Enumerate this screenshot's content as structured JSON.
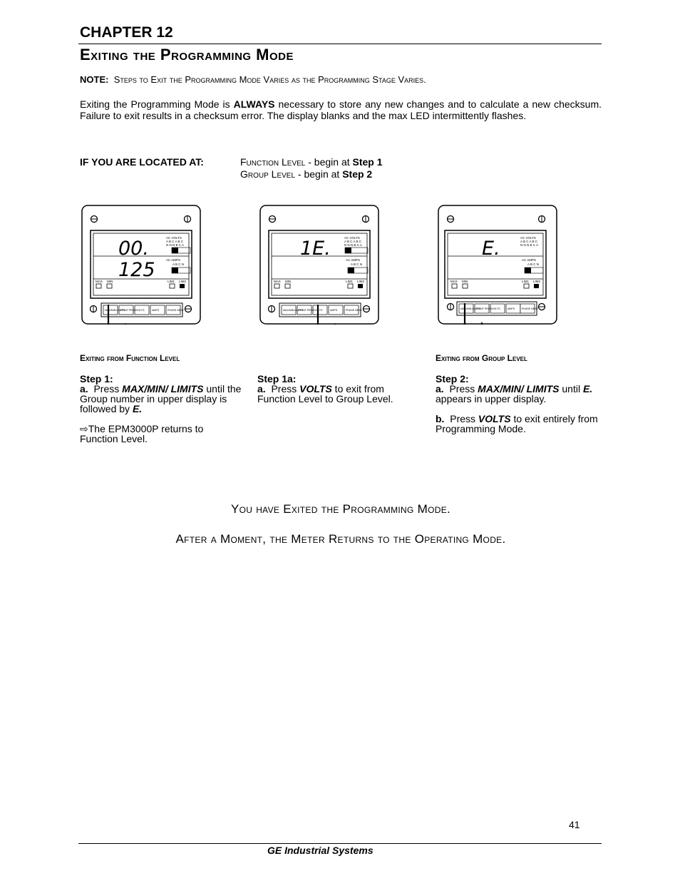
{
  "chapter": "CHAPTER 12",
  "title": "Exiting the Programming Mode",
  "note": {
    "label": "NOTE:",
    "text": "Steps to Exit the Programming Mode Varies as the Programming Stage Varies."
  },
  "intro": {
    "part1": "Exiting the Programming Mode is ",
    "bold": "ALWAYS",
    "part2": " necessary to store any new changes and to calculate a new checksum. Failure to exit results in a checksum error.  The display blanks and the max LED intermittently flashes."
  },
  "located": {
    "label": "IF YOU ARE LOCATED AT:",
    "line1": {
      "level": "Function Level",
      "text": " - begin at ",
      "step": "Step 1"
    },
    "line2": {
      "level": "Group Level",
      "text": " - begin at ",
      "step": "Step 2"
    }
  },
  "meters": [
    {
      "upper": "00.",
      "lower": "125"
    },
    {
      "upper": "1E.",
      "lower": ""
    },
    {
      "upper": "E.",
      "lower": ""
    }
  ],
  "meter_labels": {
    "ac_volts": "AC VOLTS",
    "ac_amps": "AC AMPS",
    "volts_row1": "A B C A B C",
    "volts_row2": "N N N B C A",
    "amps_row": "A B C N",
    "max": "MAX",
    "min": "MIN",
    "lim1": "LIM1",
    "lim2": "LIM2",
    "buttons": [
      "MAX/MIN LIMITS",
      "PRINT PROG",
      "VOLTS",
      "AMPS",
      "PHASE NEXT"
    ]
  },
  "sections": {
    "function_header": "Exiting from Function Level",
    "group_header": "Exiting from Group Level"
  },
  "step1": {
    "title": "Step 1:",
    "a_label": "a.",
    "a_text1": "  Press ",
    "a_bold": "MAX/MIN/ LIMITS",
    "a_text2": " until the Group number in upper display is followed by ",
    "a_end": "E.",
    "arrow_text": "The EPM3000P returns to Function Level."
  },
  "step1a": {
    "title": "Step 1a:",
    "a_label": "a.",
    "a_text1": "  Press ",
    "a_bold": "VOLTS",
    "a_text2": " to exit from Function Level to Group Level."
  },
  "step2": {
    "title": "Step 2:",
    "a_label": "a.",
    "a_text1": "  Press ",
    "a_bold": "MAX/MIN/ LIMITS",
    "a_text2": " until ",
    "a_end": "E.",
    "a_text3": " appears in upper display.",
    "b_label": "b.",
    "b_text1": "  Press ",
    "b_bold": "VOLTS",
    "b_text2": " to exit entirely from Programming Mode."
  },
  "closing": {
    "line1": "You have Exited the Programming Mode.",
    "line2": "After a Moment, the Meter Returns to the Operating Mode."
  },
  "page_number": "41",
  "footer": "GE Industrial Systems"
}
